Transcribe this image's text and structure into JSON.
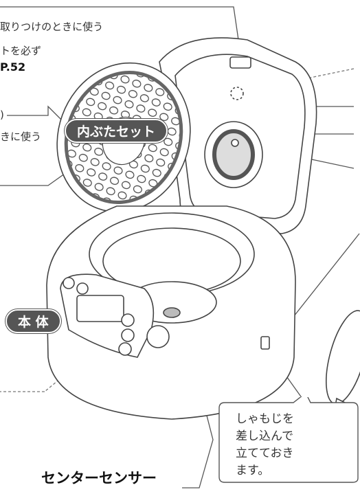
{
  "notes": {
    "line1": "取りつけのときに使う",
    "line2": "トを必ず",
    "line3": "P.52",
    "line4": ")",
    "line5": "きに使う"
  },
  "labels": {
    "inner_lid_set": "内ぶたセット",
    "body": "本 体",
    "center_sensor": "センターセンサー"
  },
  "bubble": {
    "text": "しゃもじを\n差し込んで\n立てておき\nます。"
  }
}
